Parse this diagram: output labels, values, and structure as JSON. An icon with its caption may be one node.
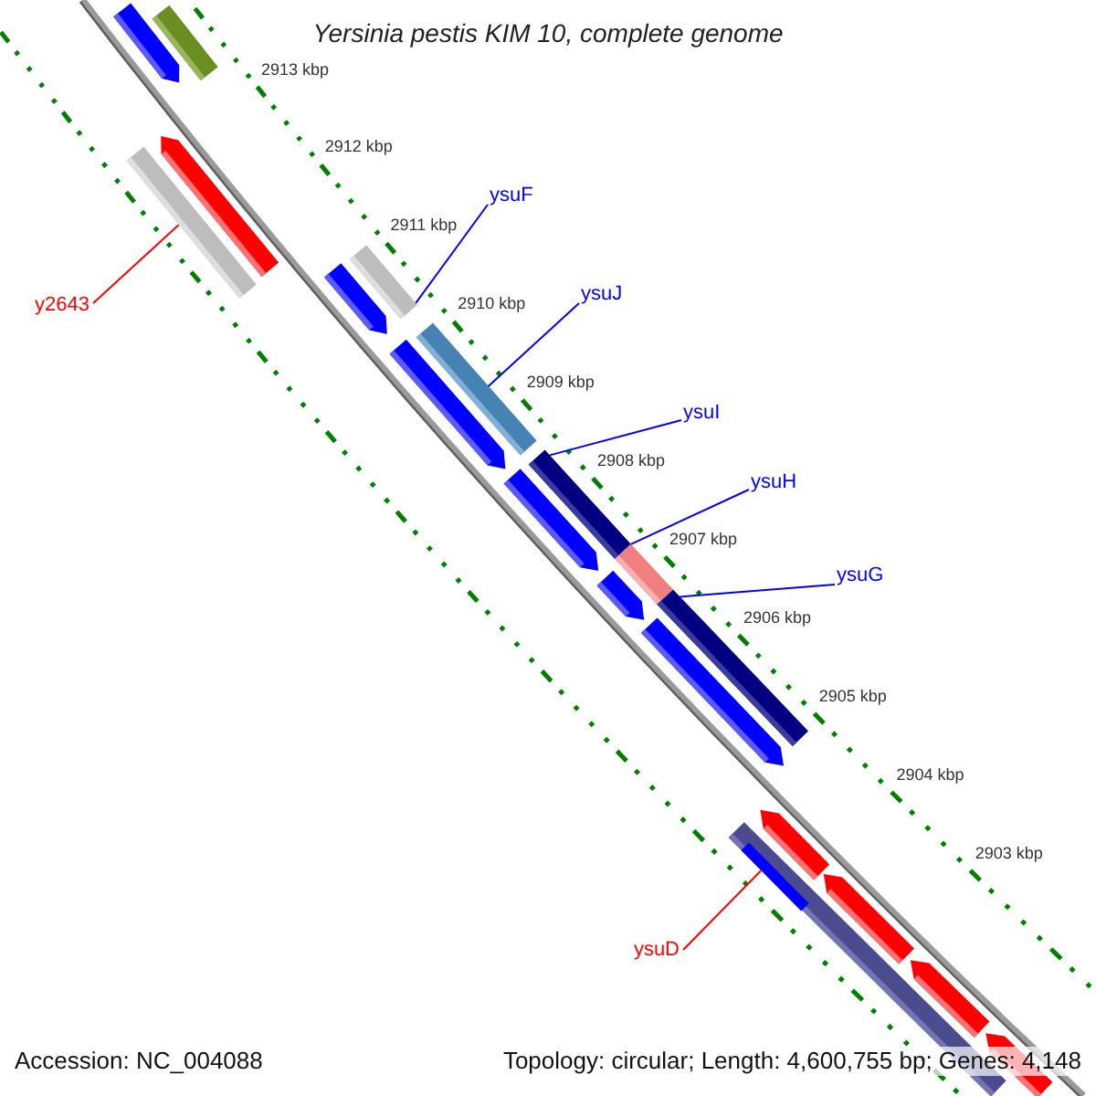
{
  "diagram": {
    "title": "Yersinia pestis KIM 10, complete genome",
    "nodes": [
      {
        "text": [],
        "shape": "bar"
      },
      {
        "text": [],
        "shape": "arrow"
      },
      {
        "text": [],
        "shape": "arrow"
      },
      {
        "text": [],
        "shape": "bar"
      },
      {
        "text": [],
        "shape": "arrow"
      },
      {
        "text": [],
        "shape": "bar"
      },
      {
        "text": [],
        "shape": "arrow"
      },
      {
        "text": [],
        "shape": "bar"
      },
      {
        "text": [],
        "shape": "arrow"
      },
      {
        "text": [],
        "shape": "bar"
      },
      {
        "text": [],
        "shape": "arrow"
      },
      {
        "text": [],
        "shape": "bar"
      },
      {
        "text": [],
        "shape": "arrow"
      },
      {
        "text": [],
        "shape": "bar"
      },
      {
        "text": [],
        "shape": "arrow"
      },
      {
        "text": [],
        "shape": "bar"
      },
      {
        "text": [],
        "shape": "arrow"
      },
      {
        "text": [],
        "shape": "arrow"
      },
      {
        "text": [],
        "shape": "arrow"
      },
      {
        "text": [
          "y2643"
        ]
      },
      {
        "text": [
          "ysuF"
        ]
      },
      {
        "text": [
          "ysuJ"
        ]
      },
      {
        "text": [
          "ysuI"
        ]
      },
      {
        "text": [
          "ysuH"
        ]
      },
      {
        "text": [
          "ysuG"
        ]
      },
      {
        "text": [
          "ysuD"
        ]
      }
    ],
    "edges": [
      {
        "from": 19,
        "to": 3,
        "arrow": "none",
        "color": "#ff0000"
      },
      {
        "from": 20,
        "to": 5,
        "arrow": "none"
      },
      {
        "from": 21,
        "to": 7,
        "arrow": "none"
      },
      {
        "from": 22,
        "to": 9,
        "arrow": "none"
      },
      {
        "from": 23,
        "to": 11,
        "arrow": "none"
      },
      {
        "from": 24,
        "to": 13,
        "arrow": "none"
      },
      {
        "from": 25,
        "to": 15,
        "arrow": "none",
        "color": "#ff0000"
      }
    ],
    "labels": [
      "2913 kbp",
      "2912 kbp",
      "2911 kbp",
      "2910 kbp",
      "2909 kbp",
      "2908 kbp",
      "2907 kbp",
      "2906 kbp",
      "2905 kbp",
      "2904 kbp",
      "2903 kbp",
      "Accession: NC_004088",
      "Topology: circular; Length: 4,600,755 bp; Genes: 4,148"
    ]
  }
}
